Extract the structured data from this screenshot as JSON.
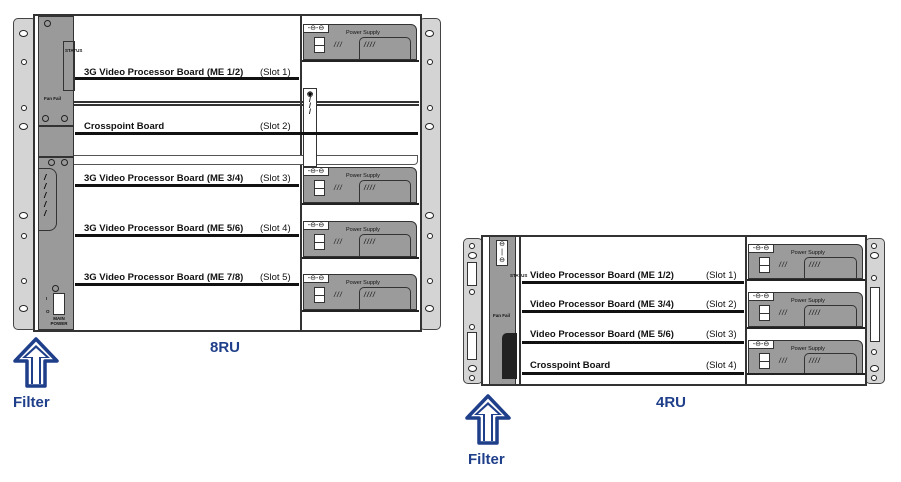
{
  "rack_8ru": {
    "label": "8RU",
    "filter_label": "Filter",
    "fan_panel": {
      "status": "STATUS",
      "fan_fail": "Fan Fail",
      "power_on": "I",
      "power_off": "O",
      "main_power": "MAIN POWER"
    },
    "slots": [
      {
        "board": "3G Video Processor Board (ME 1/2)",
        "slot": "(Slot 1)"
      },
      {
        "board": "Crosspoint Board",
        "slot": "(Slot 2)"
      },
      {
        "board": "3G Video Processor Board (ME 3/4)",
        "slot": "(Slot 3)"
      },
      {
        "board": "3G Video Processor Board (ME 5/6)",
        "slot": "(Slot 4)"
      },
      {
        "board": "3G Video Processor Board (ME 7/8)",
        "slot": "(Slot 5)"
      }
    ],
    "power_supply_label": "Power Supply"
  },
  "rack_4ru": {
    "label": "4RU",
    "filter_label": "Filter",
    "fan_panel": {
      "status": "STATUS",
      "fan_fail": "Fan Fail"
    },
    "slots": [
      {
        "board": "Video Processor Board (ME 1/2)",
        "slot": "(Slot 1)"
      },
      {
        "board": "Video Processor Board (ME 3/4)",
        "slot": "(Slot 2)"
      },
      {
        "board": "Video Processor Board (ME 5/6)",
        "slot": "(Slot 3)"
      },
      {
        "board": "Crosspoint Board",
        "slot": "(Slot 4)"
      }
    ],
    "power_supply_label": "Power Supply"
  },
  "colors": {
    "accent": "#1f3f8a",
    "panel_gray": "#9b9b9b",
    "ear_gray": "#d4d4d4"
  }
}
